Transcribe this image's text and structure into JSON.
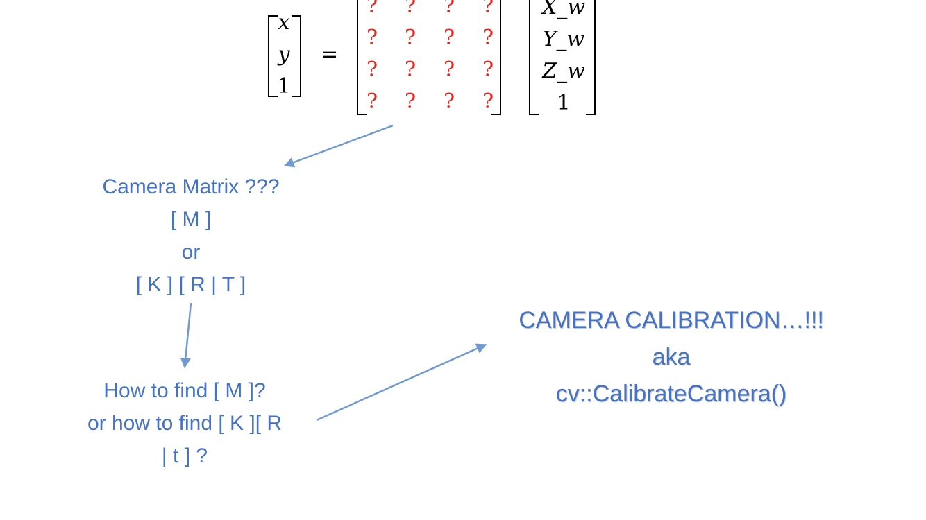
{
  "equation": {
    "lhs": [
      "x",
      "y",
      "1"
    ],
    "equals": "=",
    "matrix_rows": [
      [
        "?",
        "?",
        "?",
        "?"
      ],
      [
        "?",
        "?",
        "?",
        "?"
      ],
      [
        "?",
        "?",
        "?",
        "?"
      ],
      [
        "?",
        "?",
        "?",
        "?"
      ]
    ],
    "rhs": [
      "X_w",
      "Y_w",
      "Z_w",
      "1"
    ]
  },
  "camera_matrix": {
    "lines": [
      "Camera Matrix ???",
      "[ M ]",
      "or",
      "[ K ] [ R | T ]"
    ]
  },
  "how_to_find": {
    "lines": [
      "How to find [ M ]?",
      "or how to find [ K ][ R",
      "| t ] ?"
    ]
  },
  "calibration": {
    "lines": [
      "CAMERA CALIBRATION…!!!",
      "aka",
      "cv::CalibrateCamera()"
    ]
  },
  "colors": {
    "text_blue": "#4472c4",
    "arrow_blue": "#6f9bd1",
    "question_red": "#e8261f"
  }
}
